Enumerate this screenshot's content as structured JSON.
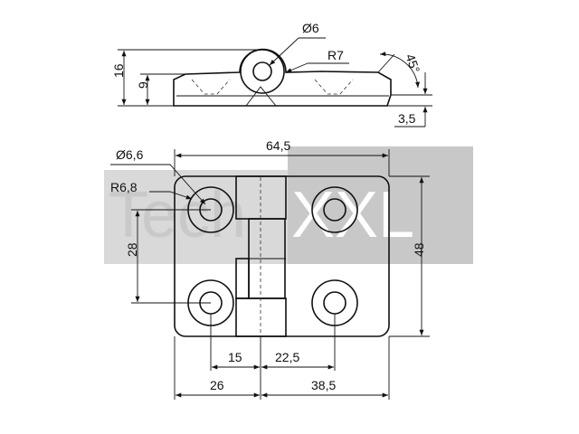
{
  "watermark": {
    "part1": "Tech",
    "part2": "XXL",
    "band_color": "#d9d9d9",
    "box_color": "#c8c8c8"
  },
  "side_view": {
    "dims": {
      "diameter_pin": "Ø6",
      "radius_knuckle": "R7",
      "angle": "45°",
      "height_total": "16",
      "height_leaf": "9",
      "thickness": "3,5"
    }
  },
  "top_view": {
    "dims": {
      "width_total": "64,5",
      "hole_diameter": "Ø6,6",
      "hole_radius": "R6,8",
      "hole_spacing_vertical": "28",
      "height_total": "48",
      "offset_left_hole": "15",
      "offset_right_hole": "22,5",
      "width_left": "26",
      "width_right": "38,5"
    }
  }
}
